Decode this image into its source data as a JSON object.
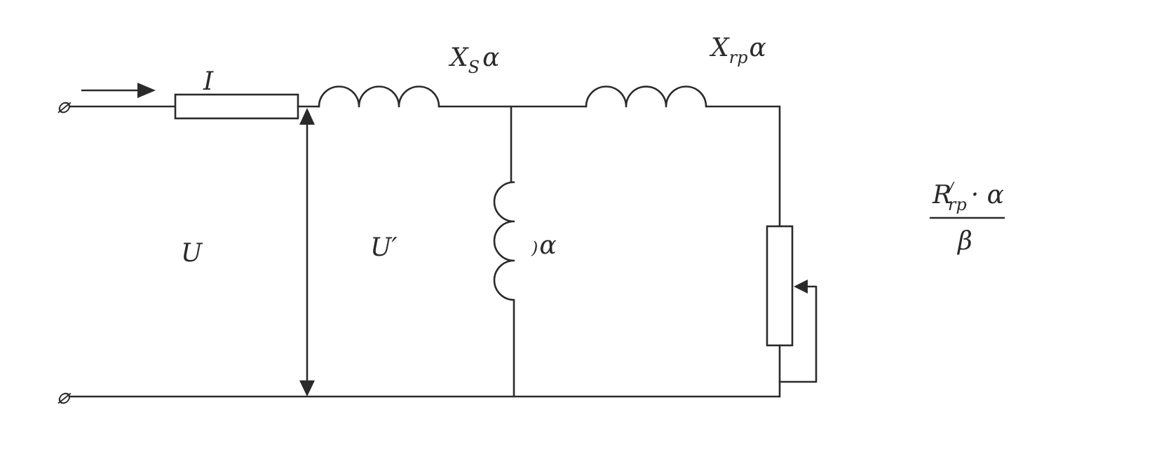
{
  "labels": {
    "current": "I",
    "voltage_in": "U",
    "voltage_mid": "U′",
    "xs_main": "X",
    "xs_sub": "S",
    "xs_tail": "α",
    "xrp_main": "X",
    "xrp_sub": "rp",
    "xrp_tail": "α",
    "shunt_prefix": ")",
    "shunt_tail": "α",
    "rrp_main": "R",
    "rrp_sup": "/",
    "rrp_sub": "rp",
    "rrp_tail": "· α",
    "rrp_denominator": "β"
  },
  "terminals": {
    "symbol": "⌀"
  },
  "colors": {
    "ink": "#2a2a2a",
    "background": "#ffffff"
  }
}
